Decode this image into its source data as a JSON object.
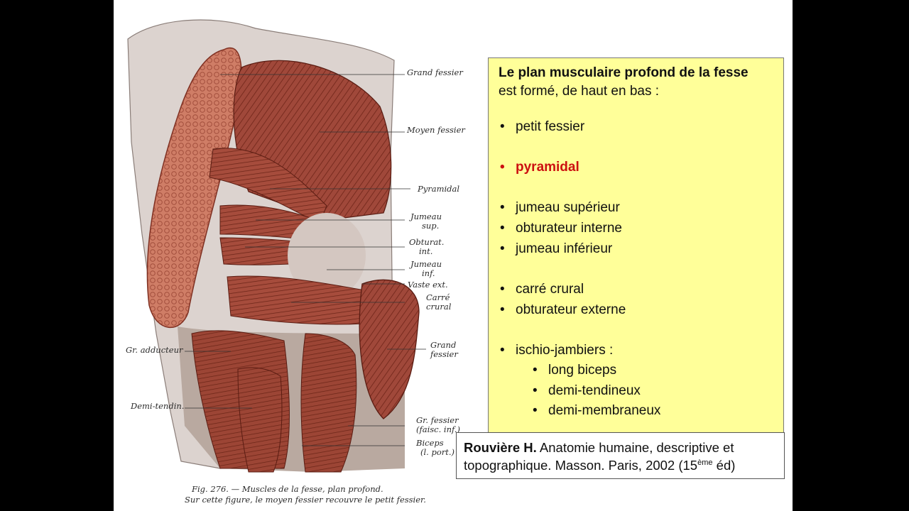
{
  "figure": {
    "labels": {
      "grand_fessier_top": "Grand fessier",
      "moyen_fessier": "Moyen fessier",
      "pyramidal": "Pyramidal",
      "jumeau_sup": [
        "Jumeau",
        "sup."
      ],
      "obturat_int": [
        "Obturat.",
        "int."
      ],
      "jumeau_inf": [
        "Jumeau",
        "inf."
      ],
      "vaste_ext": "Vaste ext.",
      "carre_crural": [
        "Carré",
        "crural"
      ],
      "grand_fessier_bottom": [
        "Grand",
        "fessier"
      ],
      "gr_adducteur": "Gr. adducteur",
      "demi_tendin": "Demi-tendin.",
      "gr_fessier_faisc": [
        "Gr. fessier",
        "(faisc. inf.)"
      ],
      "biceps": [
        "Biceps",
        "(l. port.)"
      ]
    },
    "caption": [
      "Fig. 276. — Muscles de la fesse, plan profond.",
      "Sur cette figure, le moyen fessier recouvre le petit fessier."
    ]
  },
  "textbox": {
    "title": "Le plan musculaire profond de la fesse",
    "subtitle": "est formé, de haut en bas :",
    "group1": [
      "petit fessier"
    ],
    "group2": [
      "pyramidal"
    ],
    "group3": [
      "jumeau supérieur",
      "obturateur interne",
      "jumeau inférieur"
    ],
    "group4": [
      "carré crural",
      "obturateur externe"
    ],
    "group5_head": "ischio-jambiers :",
    "group5_items": [
      "long biceps",
      "demi-tendineux",
      "demi-membraneux"
    ]
  },
  "reference": {
    "author": "Rouvière H.",
    "line1_rest": " Anatomie humaine, descriptive et",
    "line2": "topographique. Masson. Paris, 2002 (15",
    "edition_sup": "ème",
    "edition_end": " éd)"
  },
  "colors": {
    "highlight": "#cc1010",
    "box_background": "#ffff99",
    "muscle": "#9a4433"
  }
}
